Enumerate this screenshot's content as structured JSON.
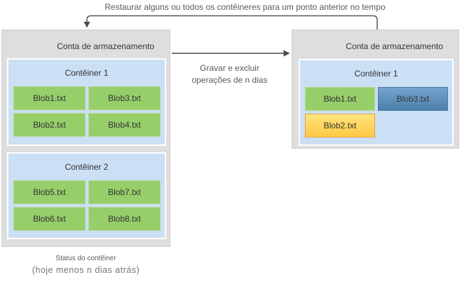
{
  "annotations": {
    "restore": "Restaurar alguns ou todos os contêineres para um ponto anterior no tempo",
    "operations_line1": "Gravar e excluir",
    "operations_line2": "operações de n dias",
    "status_line1": "Status do contêiner",
    "status_line2": "(hoje menos n dias atrás)"
  },
  "left_account": {
    "title": "Conta de armazenamento",
    "containers": [
      {
        "label": "Contêiner 1",
        "blobs": [
          {
            "label": "Blob1.txt",
            "color": "green"
          },
          {
            "label": "Blob3.txt",
            "color": "green"
          },
          {
            "label": "Blob2.txt",
            "color": "green"
          },
          {
            "label": "Blob4.txt",
            "color": "green"
          }
        ]
      },
      {
        "label": "Contêiner 2",
        "blobs": [
          {
            "label": "Blob5.txt",
            "color": "green"
          },
          {
            "label": "Blob7.txt",
            "color": "green"
          },
          {
            "label": "Blob6.txt",
            "color": "green"
          },
          {
            "label": "Blob8.txt",
            "color": "green"
          }
        ]
      }
    ]
  },
  "right_account": {
    "title": "Conta de armazenamento",
    "containers": [
      {
        "label": "Contêiner 1",
        "blobs": [
          {
            "label": "Blob1.txt",
            "color": "green"
          },
          {
            "label": "Blob3.txt",
            "color": "blue"
          },
          {
            "label": "Blob2.txt",
            "color": "yellow"
          }
        ]
      }
    ]
  },
  "colors": {
    "account_fill": "#dedede",
    "container_fill": "#cbdff5",
    "blob_green": "#96ce6a",
    "blob_blue": "#5e8fba",
    "blob_yellow": "#fed45f",
    "arrow": "#4a4a4a",
    "text_dark": "#333333",
    "text_gray": "#595959"
  }
}
